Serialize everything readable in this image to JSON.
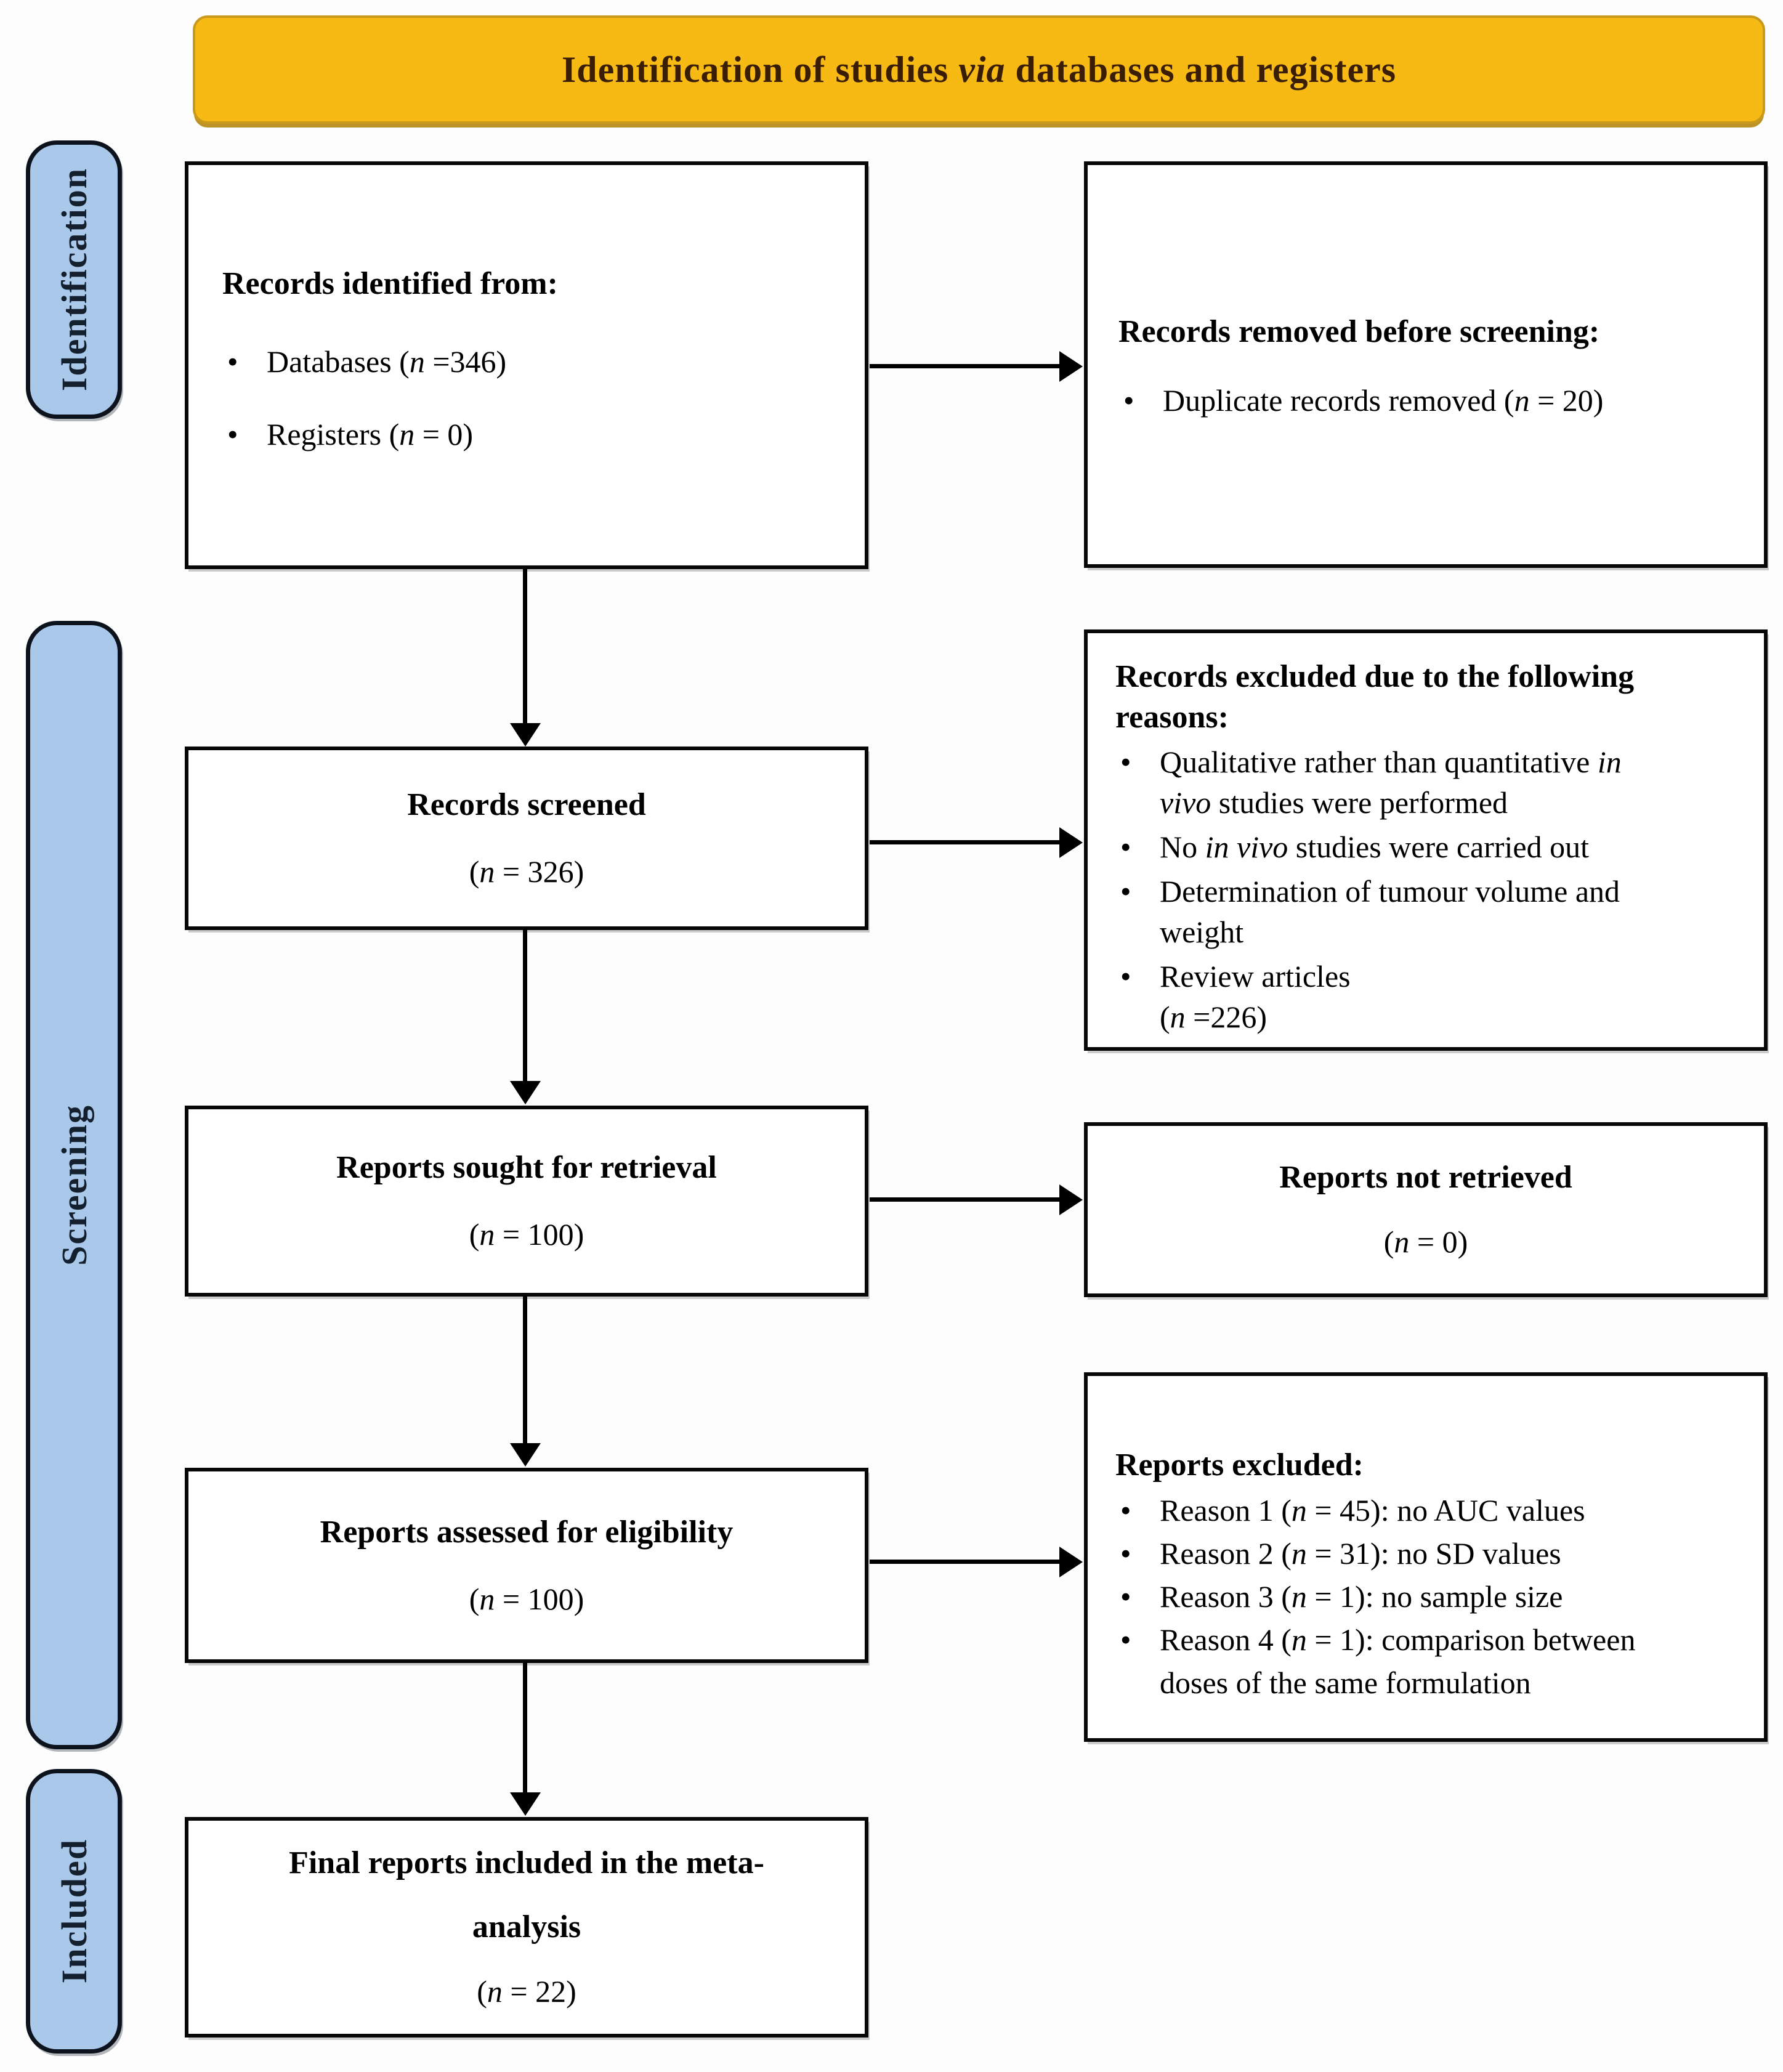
{
  "banner": {
    "title": "Identification of studies _via_ databases and registers"
  },
  "icons": {
    "bullet": "•"
  },
  "sidebar": {
    "identification": "Identification",
    "screening": "Screening",
    "included": "Included"
  },
  "boxes": {
    "records_identified": {
      "title": "Records identified from:",
      "bullets": [
        "Databases (_n_ =346)",
        "Registers (_n_ = 0)"
      ]
    },
    "records_removed": {
      "title": "Records removed before screening:",
      "bullets": [
        "Duplicate records removed (_n_ = 20)"
      ]
    },
    "records_screened": {
      "lines": [
        "Records screened",
        "(_n_ = 326)"
      ]
    },
    "records_excluded": {
      "title": "Records excluded due to the following\nreasons:",
      "bullets": [
        "Qualitative rather than quantitative _in\nvivo_ studies were performed",
        "No _in vivo_ studies were carried out",
        "Determination of tumour volume and\nweight",
        "Review articles\n(_n_ =226)"
      ]
    },
    "reports_sought": {
      "lines": [
        "Reports sought for retrieval",
        "(_n_ = 100)"
      ]
    },
    "reports_not_retrieved": {
      "lines": [
        "Reports not retrieved",
        "(_n_ = 0)"
      ]
    },
    "reports_assessed": {
      "lines": [
        "Reports assessed for eligibility",
        "(_n_ = 100)"
      ]
    },
    "reports_excluded": {
      "title": "Reports excluded:",
      "bullets": [
        "Reason 1 (_n_ = 45): no AUC values",
        "Reason 2 (_n_ = 31): no SD values",
        "Reason 3 (_n_ = 1):  no sample size",
        "Reason 4 (_n_ = 1): comparison between\ndoses of the same formulation"
      ]
    },
    "final_reports": {
      "lines": [
        "Final reports included in the meta-",
        "analysis",
        "(_n_ = 22)"
      ]
    }
  },
  "colors": {
    "banner_bg": "#F7BA15",
    "banner_border": "#C9991B",
    "banner_text": "#3A1D05",
    "sidebar_bg": "#A9C8EA",
    "sidebar_border": "#0D131C",
    "sidebar_text": "#15202E",
    "box_border": "#070707",
    "arrow": "#000000"
  }
}
